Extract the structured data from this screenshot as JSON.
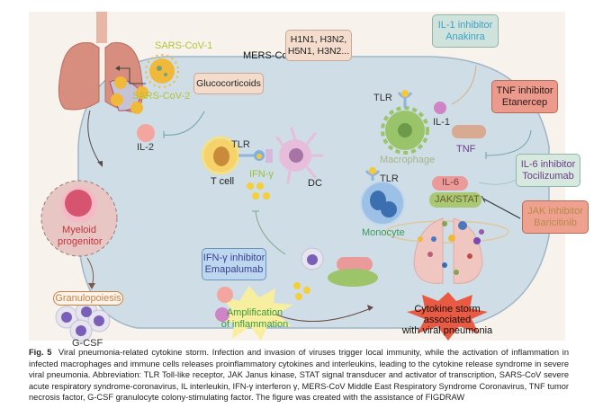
{
  "figure": {
    "virus_labels": {
      "sars_cov_1": "SARS-CoV-1",
      "sars_cov_2": "SARS-CoV-2",
      "mers_cov": "MERS-CoV",
      "influenza": [
        "H1N1, H3N2,",
        "H5N1, H3N2..."
      ]
    },
    "drug_boxes": {
      "glucocorticoids": [
        "Glucocorticoids"
      ],
      "il1_inhibitor": [
        "IL-1 inhibitor",
        "Anakinra"
      ],
      "tnf_inhibitor": [
        "TNF inhibitor",
        "Etanercep"
      ],
      "il6_inhibitor": [
        "IL-6 inhibitor",
        "Tocilizumab"
      ],
      "jak_inhibitor": [
        "JAK inhibitor",
        "Baricitinib"
      ],
      "ifng_inhibitor": [
        "IFN-γ inhibitor",
        "Emapalumab"
      ]
    },
    "cell_labels": {
      "t_cell": "T cell",
      "dc": "DC",
      "macrophage": "Macrophage",
      "monocyte": "Monocyte",
      "myeloid_progenitor": [
        "Myeloid",
        "progenitor"
      ]
    },
    "molecule_labels": {
      "il2": "IL-2",
      "il1": "IL-1",
      "tnf": "TNF",
      "il6": "IL-6",
      "jak_stat": "JAK/STAT",
      "ifng": "IFN-γ",
      "tlr": "TLR",
      "gcsf": "G-CSF"
    },
    "process_labels": {
      "granulopoiesis": "Granulopoiesis",
      "amplification": [
        "Amplification",
        "of inflammation"
      ],
      "cytokine_storm": [
        "Cytokine storm",
        "associated",
        "with viral pneumonia"
      ]
    },
    "colors": {
      "background": "#f7f3ec",
      "cell_region": "#cfdde6",
      "virus_label": "#b5c23a",
      "il1_box_fill": "#cfe3dc",
      "il1_text": "#3aa0c8",
      "tnf_box_fill": "#ec9a8c",
      "il6_box_fill": "#d7e8de",
      "il6_text": "#6b3a8a",
      "jak_box_fill": "#eea18e",
      "jak_text": "#b98a4a",
      "ifng_box_fill": "#bcd7ee",
      "ifng_text": "#3b3f93",
      "glucocorticoid_fill": "#f3dccb",
      "myeloid_text": "#c0343c",
      "granulopoiesis_text": "#c98040",
      "amplification_text": "#3a9a3a",
      "monocyte_text": "#3a9a5a",
      "macrophage_text": "#a7b48a",
      "ifng_text_label": "#9ac13c"
    }
  },
  "caption": {
    "fig_label": "Fig. 5",
    "text": "Viral pneumonia-related cytokine storm. Infection and invasion of viruses trigger local immunity, while the activation of inflammation in infected macrophages and immune cells releases proinflammatory cytokines and interleukins, leading to the cytokine release syndrome in severe viral pneumonia. Abbreviation: TLR Toll-like receptor, JAK Janus kinase, STAT signal transducer and activator of transcription, SARS-CoV severe acute respiratory syndrome-coronavirus, IL interleukin, IFN-γ interferon γ, MERS-CoV Middle East Respiratory Syndrome Coronavirus, TNF tumor necrosis factor, G-CSF granulocyte colony-stimulating factor. The figure was created with the assistance of FIGDRAW"
  }
}
